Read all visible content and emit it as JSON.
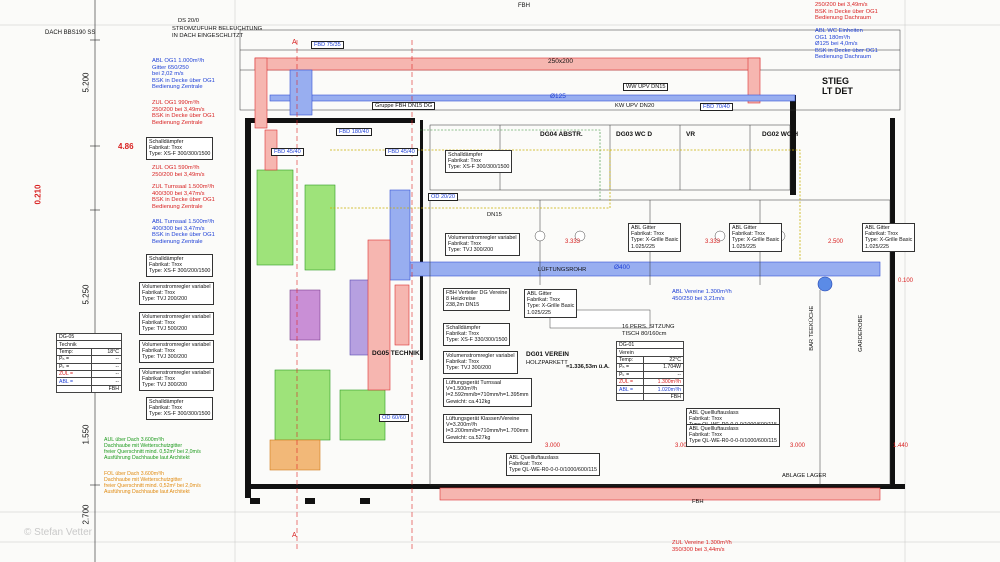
{
  "top_notes": {
    "ds": "DS 20/0",
    "power_supply": "STROMZUFUHR BELEUCHTUNG\nIN DACH EINGESCHLITZT",
    "roof": "DACH BBS190 SS",
    "fbh_top": "FBH"
  },
  "dimensions": {
    "d1": "5.200",
    "d2": "4.86",
    "d3": "0.210",
    "d4": "5.250",
    "d5": "1.550",
    "d6": "2.700",
    "d7": "3.333",
    "d8": "3.333",
    "d9": "2.500",
    "d10": "0.100",
    "d11": "3.000",
    "d12": "3.000",
    "d13": "3.000",
    "d14": "1.440"
  },
  "left_notes": [
    {
      "color": "blue",
      "text": "ABL OG1 1.000m³/h\nGitter 650/250\nbei 2,02 m/s\nBSK in Decke über OG1\nBedienung Zentrale"
    },
    {
      "color": "red",
      "text": "ZUL OG1 990m³/h\n250/200 bei 3,49m/s\nBSK in Decke über OG1\nBedienung Zentrale"
    },
    {
      "color": "black",
      "text": "Schalldämpfer\nFabrikat: Trox\nType: XS-F 300/300/1500"
    },
    {
      "color": "red",
      "text": "ZUL OG1 590m³/h\n250/200 bei 3,49m/s"
    },
    {
      "color": "red",
      "text": "ZUL Turnsaal 1.500m³/h\n400/300 bei 3,47m/s\nBSK in Decke über OG1\nBedienung Zentrale"
    },
    {
      "color": "blue",
      "text": "ABL Turnsaal 1.500m³/h\n400/300 bei 3,47m/s\nBSK in Decke über OG1\nBedienung Zentrale"
    },
    {
      "color": "black",
      "text": "Schalldämpfer\nFabrikat: Trox\nType: XS-F 300/200/1500"
    },
    {
      "color": "black",
      "text": "Volumenstromregler variabel\nFabrikat: Trox\nType: TVJ 200/200"
    },
    {
      "color": "black",
      "text": "Volumenstromregler variabel\nFabrikat: Trox\nType: TVJ 500/200"
    },
    {
      "color": "black",
      "text": "Volumenstromregler variabel\nFabrikat: Trox\nType: TVJ 300/200"
    },
    {
      "color": "black",
      "text": "Volumenstromregler variabel\nFabrikat: Trox\nType: TVJ 300/200"
    },
    {
      "color": "black",
      "text": "Schalldämpfer\nFabrikat: Trox\nType: XS-F 300/300/1500"
    },
    {
      "color": "green",
      "text": "AUL über Dach 3.600m³/h\nDachhaube mit Wetterschutzgitter\nfreier Querschnitt mind. 0,52m² bei 2,0m/s\nAusführung Dachhaube laut Architekt"
    },
    {
      "color": "orange",
      "text": "FOL über Dach 3.600m³/h\nDachhaube mit Wetterschutzgitter\nfreier Querschnitt mind. 0,52m² bei 2,0m/s\nAusführung Dachhaube laut Architekt"
    }
  ],
  "dg05": {
    "title": "DG-05",
    "name": "Technik",
    "rows": [
      [
        "Temp:",
        "18°C"
      ],
      [
        "Pₕ =",
        "--"
      ],
      [
        "Pₖ =",
        "--"
      ],
      [
        "ZUL =",
        "--"
      ],
      [
        "ABL =",
        "--"
      ]
    ],
    "footer": "FBH"
  },
  "dg01": {
    "title": "DG-01",
    "name": "Verein",
    "rows": [
      [
        "Temp:",
        "22°C"
      ],
      [
        "Pₕ =",
        "1.704W"
      ],
      [
        "Pₖ =",
        "--"
      ],
      [
        "ZUL =",
        "1.300m³/h"
      ],
      [
        "ABL =",
        "1.020m³/h"
      ]
    ],
    "footer": "FBH"
  },
  "center_notes": [
    {
      "color": "black",
      "text": "Schalldämpfer\nFabrikat: Trox\nType: XS-F 300/300/1500"
    },
    {
      "color": "black",
      "text": "Volumenstromregler variabel\nFabrikat: Trox\nType: TVJ 300/200"
    },
    {
      "color": "black",
      "text": "FBH Verteiler DG Vereine\n8 Heizkreise\n238,2m DN15"
    },
    {
      "color": "black",
      "text": "ABL Gitter\nFabrikat: Trox\nType: X-Grille Basic\n1.025/225"
    },
    {
      "color": "black",
      "text": "Schalldämpfer\nFabrikat: Trox\nType: XS-F 330/300/1500"
    },
    {
      "color": "black",
      "text": "Volumenstromregler variabel\nFabrikat: Trox\nType: TVJ 300/200"
    },
    {
      "color": "black",
      "text": "Lüftungsgerät Turnsaal\nV=1.500m³/h\nl=2.592mm/b=710mm/h=1.395mm\nGewicht: ca.412kg"
    },
    {
      "color": "black",
      "text": "Lüftungsgerät Klassen/Vereine\nV=3.200m³/h\nl=3.200mm/b=710mm/h=1.700mm\nGewicht: ca.527kg"
    },
    {
      "color": "black",
      "text": "ABL Quellluftauslass\nFabrikat: Trox\nType QL-WE-R0-0-0-0/1000/600/115"
    },
    {
      "color": "black",
      "text": "ABL Gitter\nFabrikat: Trox\nType: X-Grille Basic\n1.025/225"
    },
    {
      "color": "black",
      "text": "ABL Gitter\nFabrikat: Trox\nType: X-Grille Basic\n1.025/225"
    },
    {
      "color": "black",
      "text": "ABL Gitter\nFabrikat: Trox\nType: X-Grille Basic\n1.025/225"
    },
    {
      "color": "black",
      "text": "ABL Quellluftauslass\nFabrikat: Trox\nType QL-WE-R0-0-0-0/1000/600/115"
    },
    {
      "color": "black",
      "text": "ABL Quellluftauslass\nFabrikat: Trox\nType QL-WE-R0-0-0-0/1000/600/115"
    }
  ],
  "right_notes": [
    {
      "color": "red",
      "text": "250/200 bei 3,49m/s\nBSK in Decke über OG1\nBedienung Dachraum"
    },
    {
      "color": "blue",
      "text": "ABL WC Einheiten\nOG1 180m³/h\nØ125 bei 4,0m/s\nBSK in Decke über OG1\nBedienung Dachraum"
    },
    {
      "color": "blue",
      "text": "ABL Vereine 1.300m³/h\n450/250 bei 3,21m/s"
    },
    {
      "color": "red",
      "text": "ZUL Vereine 1.300m³/h\n350/300 bei 3,44m/s"
    }
  ],
  "tags": {
    "fbd1": "FBD 75/35",
    "fbd2": "FBD 45/40",
    "fbd3": "FBD 180/40",
    "fbd4": "FBD 45/40",
    "fbd5": "FBD 70/40",
    "od1": "OD 20/20",
    "od2": "OD 60/60",
    "group": "Gruppe FBH DN15 DG",
    "ww": "WW UPV DN15",
    "kw": "KW UPV DN20",
    "duct1": "250x200",
    "duct2": "Ø125",
    "duct3": "Ø400",
    "dn15": "DN15",
    "lueft": "LÜFTUNGSROHR"
  },
  "rooms": {
    "dg04": "DG04 ABSTR.",
    "wcd": "DG03 WC D",
    "vr": "VR",
    "wch": "DG02 WC H",
    "dg05": "DG05 TECHNIK",
    "dg01": "DG01 VEREIN",
    "dg01_sub": "HOLZPARKETT",
    "dg01_area": "=1.336,53m ü.A.",
    "sitzung": "16 PERS. SITZUNG\nTISCH 80/160cm",
    "garderobe": "GARDEROBE",
    "bar": "BAR TEEKÜCHE",
    "lager": "ABLAGE LAGER",
    "stiege": "STIEG\nLT DET"
  },
  "axis": {
    "a": "A",
    "fbh_bottom": "FBH"
  },
  "watermark": "© Stefan Vetter"
}
